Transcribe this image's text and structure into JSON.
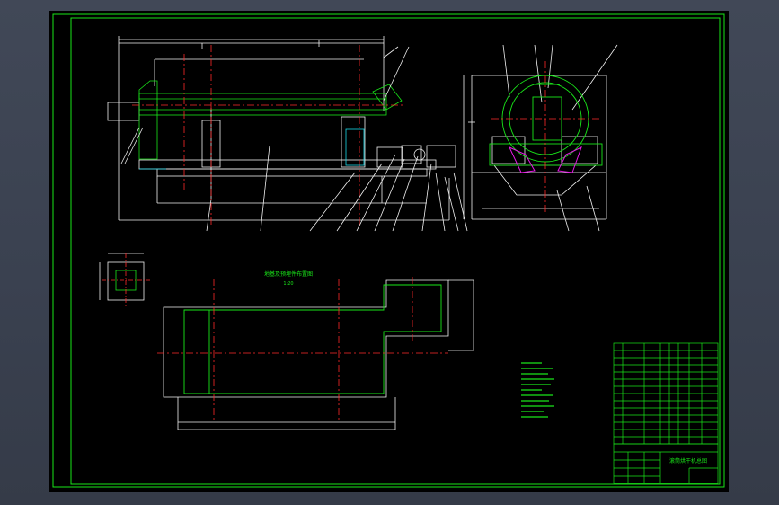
{
  "colors": {
    "frame": "#19e619",
    "linework": "#f2f2f2",
    "centerline": "#ff2a2a",
    "cyan": "#1ad6e6",
    "magenta": "#e61ae6",
    "yellow": "#e6e61a"
  },
  "layout_plan": {
    "title": "地基及预埋件布置图",
    "scale": "1:20"
  },
  "title_block": {
    "drawing_title": "滚筒烘干机总图"
  }
}
